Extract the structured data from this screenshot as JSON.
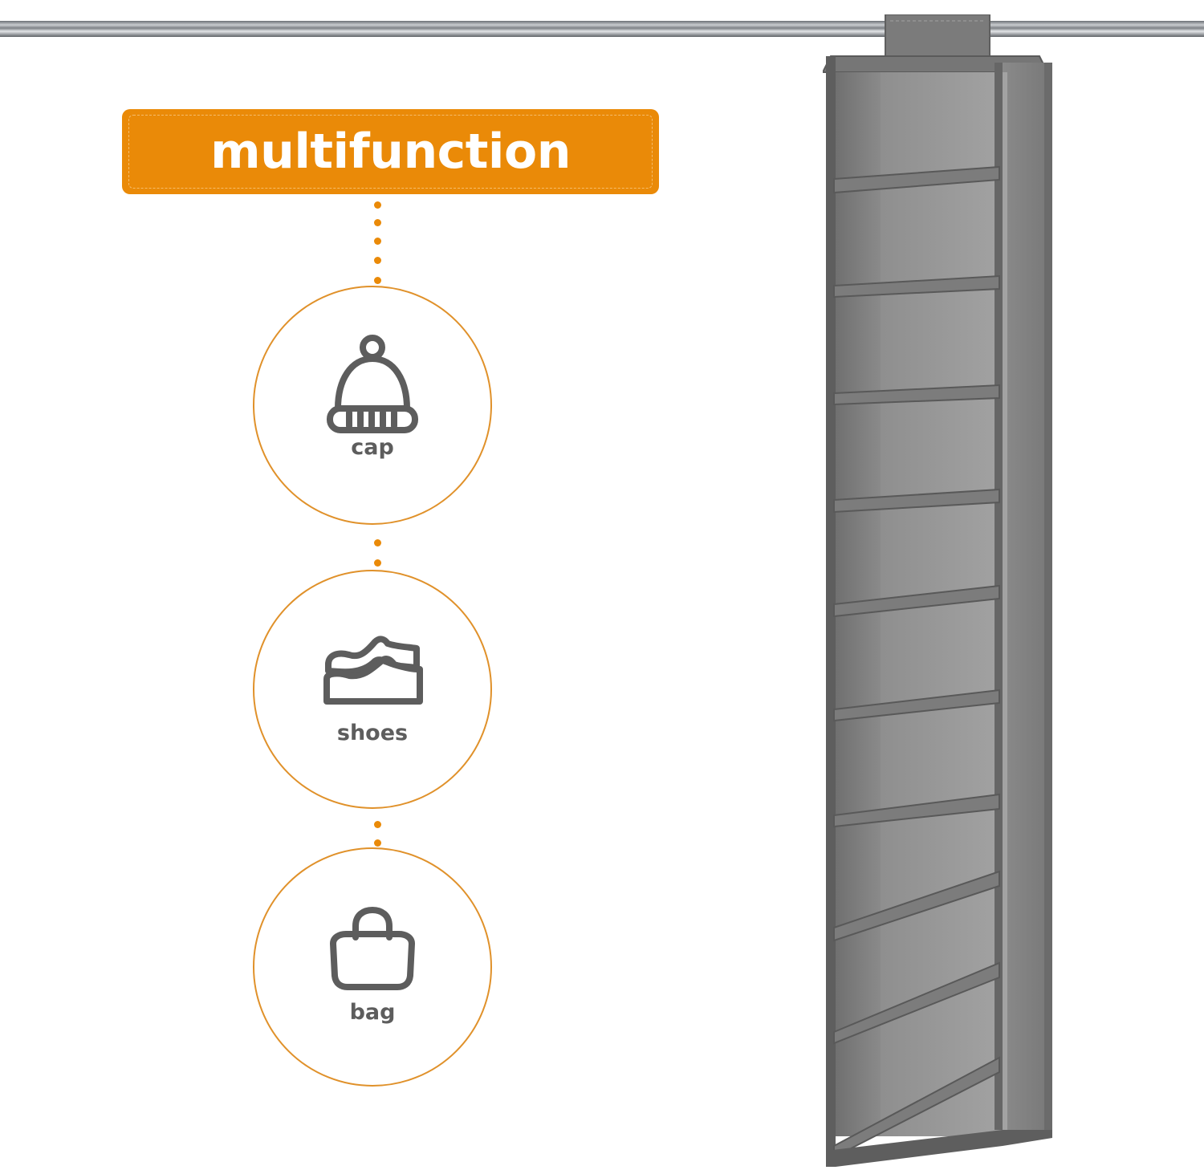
{
  "banner": {
    "title": "multifunction"
  },
  "uses": [
    {
      "label": "cap",
      "icon": "knit-hat-icon"
    },
    {
      "label": "shoes",
      "icon": "shoes-icon"
    },
    {
      "label": "bag",
      "icon": "bag-icon"
    }
  ],
  "colors": {
    "accent": "#ea8a08",
    "icon": "#5d5d5d",
    "fabric": "#7a7a7a"
  },
  "product": {
    "name": "hanging-closet-organizer",
    "shelf_count": 10
  }
}
